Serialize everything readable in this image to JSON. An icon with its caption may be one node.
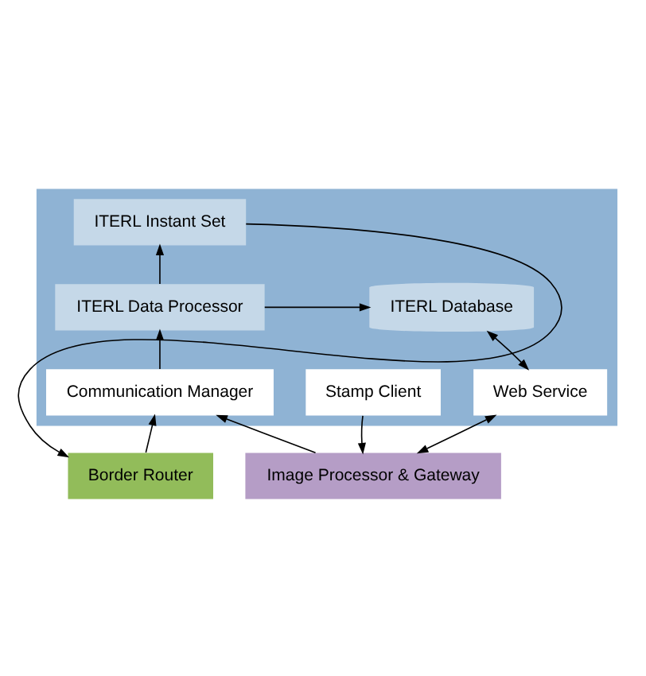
{
  "diagram": {
    "nodes": [
      {
        "text": [],
        "shape": "box"
      },
      {
        "text": [
          "ITERL Instant Set"
        ],
        "in": 0
      },
      {
        "text": [
          "ITERL Data Processor"
        ],
        "in": 0
      },
      {
        "text": [
          "ITERL Database"
        ],
        "in": 0
      },
      {
        "text": [
          "Communication Manager"
        ],
        "in": 0
      },
      {
        "text": [
          "Stamp Client"
        ],
        "in": 0
      },
      {
        "text": [
          "Web Service"
        ],
        "in": 0
      },
      {
        "text": [
          "Border Router"
        ]
      },
      {
        "text": [
          "Image Processor & Gateway"
        ]
      }
    ],
    "edges": [
      {
        "from": 2,
        "to": 1,
        "arrow": "to"
      },
      {
        "from": 2,
        "to": 3,
        "arrow": "to"
      },
      {
        "from": 4,
        "to": 2,
        "arrow": "to"
      },
      {
        "from": 3,
        "to": 6,
        "arrow": "both"
      },
      {
        "from": 1,
        "to": 7,
        "arrow": "to"
      },
      {
        "from": 7,
        "to": 4,
        "arrow": "to"
      },
      {
        "from": 8,
        "to": 4,
        "arrow": "to"
      },
      {
        "from": 5,
        "to": 8,
        "arrow": "to"
      },
      {
        "from": 6,
        "to": 8,
        "arrow": "both"
      }
    ]
  }
}
